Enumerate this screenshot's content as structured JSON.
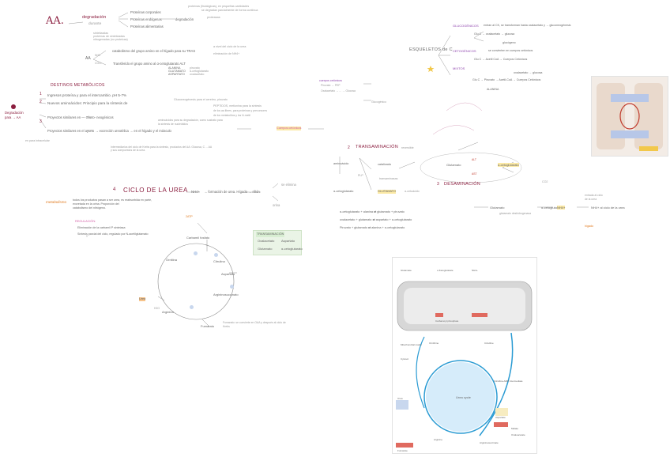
{
  "colors": {
    "maroon": "#8b1e3f",
    "red": "#c0392b",
    "orange": "#e07b20",
    "purple": "#8e44ad",
    "pink": "#d35ea6",
    "yellow": "#f2c84b",
    "green": "#3b8a3b"
  },
  "aa": {
    "title": "AA.",
    "degradacion": "degradación",
    "durante": "durante",
    "branch1": "Proteínas corporales",
    "branch2": "Proteínas endógenas",
    "branch3": "Proteínas alimentarias",
    "degradation": "degradación",
    "note_top": "proteínas (fisiológicas), en pequeñas cantidades",
    "note_top2": "se degradan parcialmente de forma continua",
    "misc1": "proteasas",
    "aa_label": "AA",
    "nh3": "NH3",
    "coo": "COO-",
    "sub1": "sintetizadas",
    "sub2": "proteínas de sintetizadas",
    "sub3": "nitrogenadas (no proteicas)"
  },
  "nh": {
    "line1": "catabolismo del grupo amino en el hígado para su TRAS",
    "line1b": "a nivel del ciclo de la urea",
    "line2": "eliminación de NH4+",
    "transfer": "Transferido el grupo amino al α-cetoglutarato ALT",
    "ala": "ALANINA",
    "glut": "GLUTAMATO",
    "asp": "ASPARTATO",
    "akg": "α-cetoglutarato",
    "oaa": "oxalacetato",
    "pyr": "piruvato"
  },
  "destinos": {
    "title": "DESTINOS METABÓLICOS",
    "left1": "Degradación",
    "left2": "para → AA",
    "item1_num": "1",
    "item1": "Ingresos proteína y para el intercambio. pH 5-7%",
    "item2_num": "2",
    "item2": "Nuevos aminoácidos: Principio para la síntesis de",
    "item3_num": "3",
    "item3a": "Proyectos similares en — Gluco- neogénicos",
    "item3b": "Proyectos similares en el ayuno → excreción ureotélica → en el hígado y el músculo",
    "note1": "Gluconeogénesis para el cerebro, piruvato",
    "note2": "PEPTIDOS, metionina para la síntesis",
    "note3": "de los aa libres, para proteínas y precursores",
    "note4": "de los metabolitos y los N-metil",
    "note5": "aminoácidos para su degradación, como sustrato para",
    "note6": "la síntesis de nucleótidos",
    "side": "en para intracelular",
    "cycle_note": "Intermediarios del ciclo de Krebs para la síntesis, productos del AA: Glucosa, C ... AA y sus compuestos de la urea.",
    "ketones": "Cuerpos cetónicos"
  },
  "urea": {
    "num": "4",
    "title": "CICLO DE LA UREA",
    "nh4": "NH4+ ",
    "def": "→ formación de urea. Hígado → riñón",
    "eliminado": "se elimina",
    "orina": "orina",
    "lateral": "metabolismo",
    "desc1": "todos los productos pasan a ser urea, es reabsorbida en parte,",
    "desc2": "excretada en la orina. Proporción del",
    "desc3": "catabolismo del nitrógeno.",
    "reg_title": "REGULACIÓN:",
    "reg1": "Eliminación de la carbamil P sintetasa",
    "reg2": "Síntesis parcial del ciclo, regulado por N-acetilglutamato",
    "nodes": {
      "carb": "Carbamil fosfato",
      "citr": "Citrulina",
      "aspar": "Aspartato",
      "argsucc": "Argininosuccinato",
      "arg": "Arginina",
      "orn": "Ornitina",
      "fum": "Fumarato",
      "urea": "Urea",
      "h2o": "H2O",
      "atp": "2ATP"
    },
    "trans_title": "TRANSAMINACIÓN",
    "trans1": "Oxalacetato",
    "trans2": "Glutamato",
    "trans3": "Aspartato",
    "trans4": "α-cetoglutarato",
    "fum_note": "Fumarato: se convierte en OAA y después al ciclo de Krebs"
  },
  "esqueletos": {
    "title": "ESQUELETOS de C",
    "gluco": "GLUCOGÉNICOS",
    "gluco_desc": "entran al CK, se transforman hasta oxalacetato y → gluconeogénesis",
    "keto": "CETOGÉNICOS",
    "keto_desc": "se convierten en cuerpos cetónicos",
    "mixtos": "MIXTOS",
    "row1": "Glu C → oxalacetato → glucosa",
    "row2": "glucógeno",
    "row3": "Glu C → Acetil CoA → Cuerpos Cetónicos",
    "row4": "Glu C → Piruvato → Acetil-CoA → Cuerpos Cetónicos",
    "row5": "oxalacetato → glucosa",
    "alanina": "ALANINA",
    "cuerpos": "cuerpos cetónicos"
  },
  "transam": {
    "num": "2",
    "title": "TRANSAMINACIÓN",
    "reversible": "reversible",
    "aa": "aminoácido",
    "akg": "α-cetoglutarato",
    "cetoacido": "α-cetoácido",
    "glutamato": "GLUTAMATO",
    "catalizado": "catalizado",
    "enzima": "transaminasas",
    "cofactor": "PLP",
    "eq1": "α-cetoglutarato + alanina ⇄ glutamato + piruvato",
    "eq2": "oxalacetato + glutamato ⇄ aspartato + α-cetoglutarato",
    "eq3": "Piruvato + glutamato ⇄ alanina + α-cetoglutarato",
    "tag1": "ALT",
    "tag2": "AST",
    "glut_box": "Glutamato",
    "akg_box": "α-cetoglutarato",
    "top1": "Piruvato → PEP",
    "top2": "Oxalacetato → ... → Glucosa",
    "top3": "Glucogénico"
  },
  "desam": {
    "num": "3",
    "title": "DESAMINACIÓN",
    "glut": "Glutamato",
    "akg": "α-cetoglutarato",
    "nh4": "NH4+",
    "note": "NH4+ al ciclo de la urea",
    "enz": "glutamato deshidrogenasa",
    "co2": "CO2",
    "side1": "entrada al ciclo",
    "side2": "de la urea",
    "zone": "hígado"
  },
  "figures": {
    "mito_caption": "",
    "urea_cycle_label": "Urea cycle",
    "cytosol": "Cytosol",
    "mito_matrix": "Mitochondrial matrix",
    "arginine": "Arginine",
    "ornithine": "Ornithine",
    "citrulline": "Citrulline",
    "aspartate": "Aspartate",
    "fumarate": "Fumarate",
    "urea": "Urea",
    "argsucc": "Argininosuccinate",
    "carbamoyl": "Carbamoyl phosphate",
    "glutamate": "Glutamate",
    "akg": "α-Ketoglutarate",
    "nh4": "NH4+",
    "citrulline_amp": "Citrulline-AMP intermediate",
    "malate": "Malate",
    "oaa": "Oxaloacetate"
  }
}
